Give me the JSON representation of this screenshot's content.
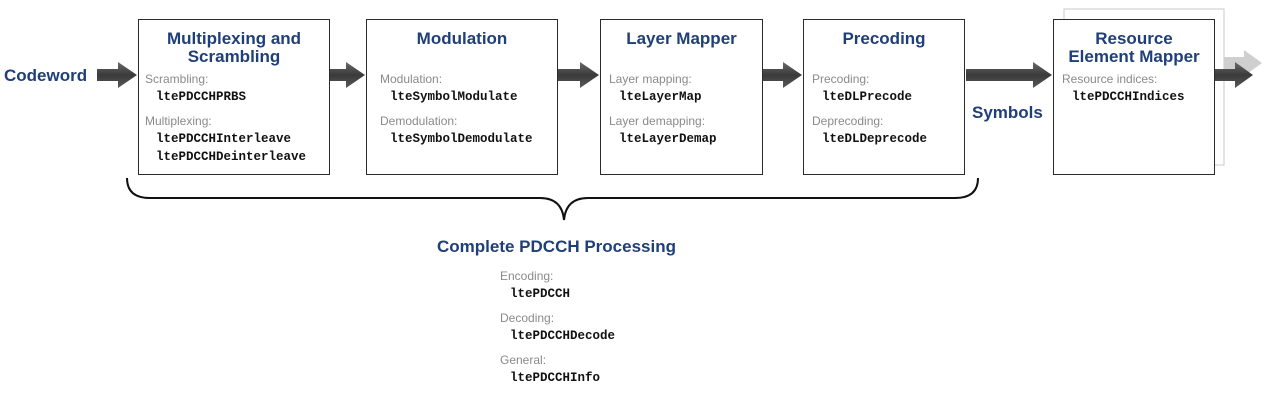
{
  "inputs": {
    "codeword": "Codeword",
    "symbols": "Symbols"
  },
  "blocks": {
    "mux": {
      "title_line1": "Multiplexing and",
      "title_line2": "Scrambling",
      "scrambling_label": "Scrambling:",
      "scrambling_fn": "ltePDCCHPRBS",
      "multiplexing_label": "Multiplexing:",
      "interleave_fn": "ltePDCCHInterleave",
      "deinterleave_fn": "ltePDCCHDeinterleave"
    },
    "modulation": {
      "title": "Modulation",
      "mod_label": "Modulation:",
      "mod_fn": "lteSymbolModulate",
      "demod_label": "Demodulation:",
      "demod_fn": "lteSymbolDemodulate"
    },
    "layer": {
      "title": "Layer Mapper",
      "map_label": "Layer mapping:",
      "map_fn": "lteLayerMap",
      "demap_label": "Layer demapping:",
      "demap_fn": "lteLayerDemap"
    },
    "precoding": {
      "title": "Precoding",
      "pre_label": "Precoding:",
      "pre_fn": "lteDLPrecode",
      "depre_label": "Deprecoding:",
      "depre_fn": "lteDLDeprecode"
    },
    "remapper": {
      "title_line1": "Resource",
      "title_line2": "Element Mapper",
      "idx_label": "Resource indices:",
      "idx_fn": "ltePDCCHIndices"
    }
  },
  "complete": {
    "title": "Complete PDCCH Processing",
    "encoding_label": "Encoding:",
    "encoding_fn": "ltePDCCH",
    "decoding_label": "Decoding:",
    "decoding_fn": "ltePDCCHDecode",
    "general_label": "General:",
    "general_fn": "ltePDCCHInfo"
  },
  "colors": {
    "title_blue": "#1f3f78",
    "arrow": "#4a4a4a",
    "label_gray": "#8a8a8a"
  }
}
